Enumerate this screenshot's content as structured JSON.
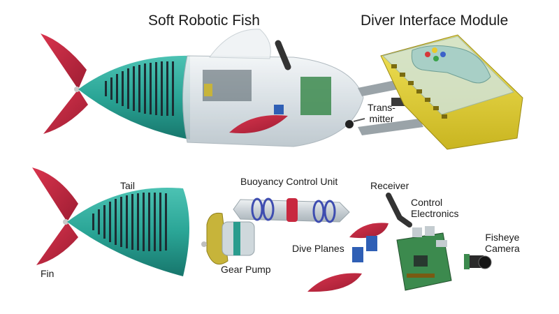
{
  "titles": {
    "fish": "Soft Robotic Fish",
    "diver": "Diver Interface Module"
  },
  "labels": {
    "transmitter_line1": "Trans-",
    "transmitter_line2": "mitter",
    "tail": "Tail",
    "fin": "Fin",
    "buoyancy": "Buoyancy Control Unit",
    "receiver": "Receiver",
    "control_line1": "Control",
    "control_line2": "Electronics",
    "fisheye_line1": "Fisheye",
    "fisheye_line2": "Camera",
    "dive_planes": "Dive Planes",
    "gear_pump": "Gear Pump"
  },
  "colors": {
    "fin_red": "#c8283f",
    "body_teal": "#2aa596",
    "ribs_dark": "#1d2d33",
    "shell_clear": "#dfe6ea",
    "case_yellow": "#e8d535",
    "pcb_green": "#3c8a4e",
    "pump_yellow": "#c7b43a",
    "servo_blue": "#2f5fb5"
  }
}
